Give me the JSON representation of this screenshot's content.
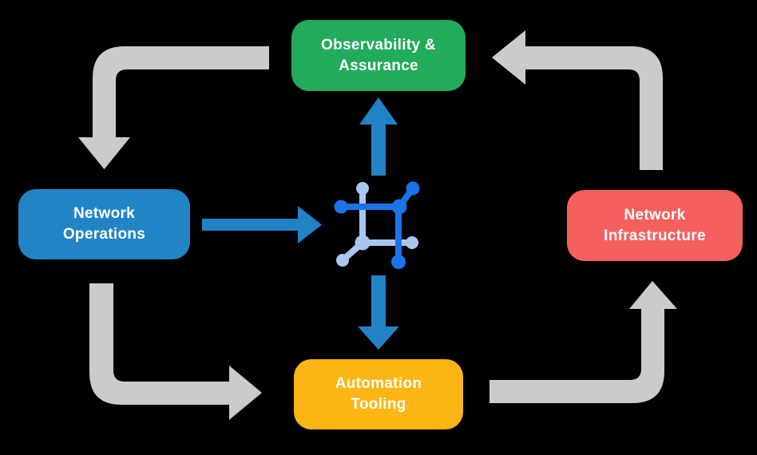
{
  "diagram": {
    "title": "network automation lifecycle diagram",
    "nodes": [
      {
        "id": "observability-assurance",
        "lines": [
          "Observability &",
          "Assurance"
        ],
        "color": "#22AB5C"
      },
      {
        "id": "network-operations",
        "lines": [
          "Network",
          "Operations"
        ],
        "color": "#2185C5"
      },
      {
        "id": "network-infrastructure",
        "lines": [
          "Network",
          "Infrastructure"
        ],
        "color": "#F55F5E"
      },
      {
        "id": "automation-tooling",
        "lines": [
          "Automation",
          "Tooling"
        ],
        "color": "#FBB515"
      }
    ],
    "center_icon": "network-automation-icon",
    "colors": {
      "flow_arrow_blue": "#2182C4",
      "cycle_arrow_gray": "#CBCBCB",
      "icon_dark_blue": "#1A74E8",
      "icon_light_blue": "#A8C7F0",
      "text": "#FFFFFF",
      "background": "#000000"
    }
  }
}
